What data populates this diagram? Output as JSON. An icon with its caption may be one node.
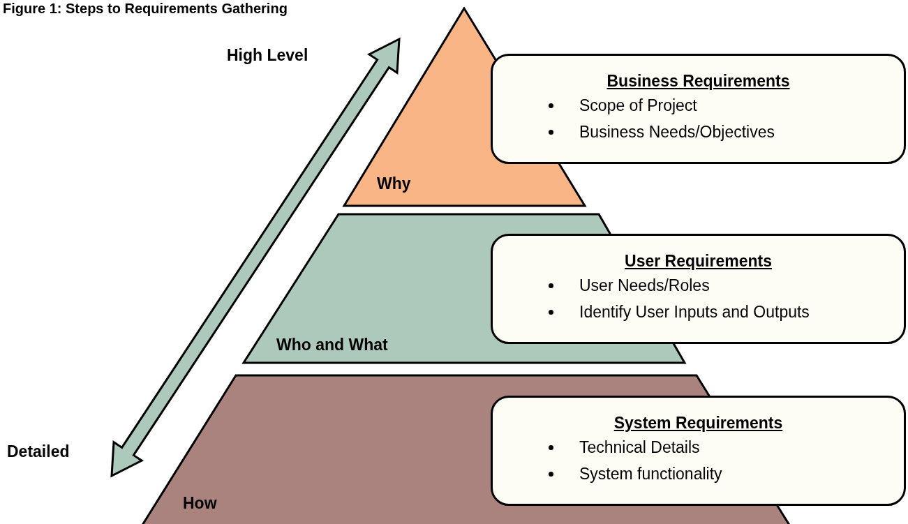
{
  "diagram": {
    "title": "Figure 1: Steps to Requirements Gathering",
    "nodes": [
      {
        "text": [
          "Why"
        ]
      },
      {
        "text": [
          "Who and What"
        ]
      },
      {
        "text": [
          "How"
        ]
      },
      {
        "text": [
          "Business Requirements",
          "Scope of Project",
          "Business Needs/Objectives"
        ]
      },
      {
        "text": [
          "User Requirements",
          "User Needs/Roles",
          "Identify User Inputs and Outputs"
        ]
      },
      {
        "text": [
          "System Requirements",
          "Technical Details",
          "System functionality"
        ]
      }
    ],
    "labels": [
      "High Level",
      "Detailed"
    ]
  }
}
